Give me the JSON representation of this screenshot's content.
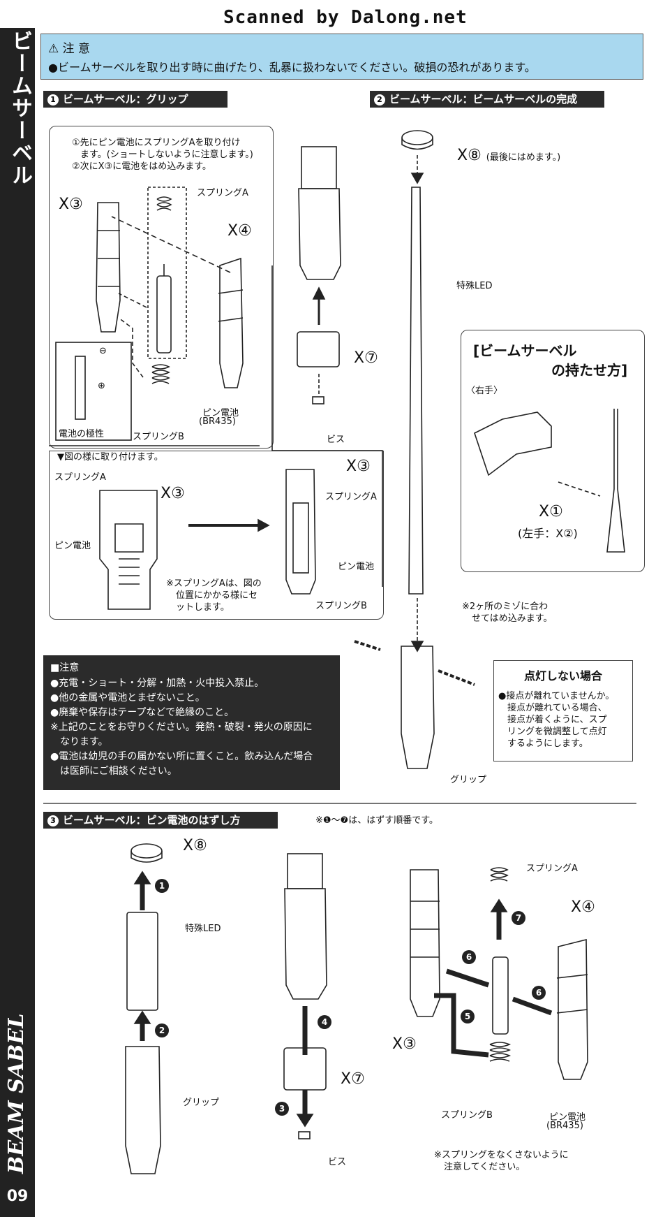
{
  "scan_credit": "Scanned by Dalong.net",
  "side": {
    "top_label": "ビームサーベル",
    "bottom_label": "BEAM SABEL",
    "page": "09"
  },
  "warning": {
    "title": "注 意",
    "body": "●ビームサーベルを取り出す時に曲げたり、乱暴に扱わないでください。破損の恐れがあります。"
  },
  "sec1": {
    "num": "1",
    "title": "ビームサーベル：グリップ",
    "inst1": "①先にピン電池にスプリングAを取り付け",
    "inst1b": "ます。(ショートしないように注意します。)",
    "inst2": "②次にX③に電池をはめ込みます。",
    "spring_a": "スプリングA",
    "spring_b": "スプリングB",
    "x3": "X③",
    "x4": "X④",
    "x7": "X⑦",
    "pin_battery": "ピン電池",
    "br435": "(BR435)",
    "polarity": "電池の極性",
    "minus": "⊖",
    "plus": "⊕",
    "screw": "ビス",
    "attach_note": "▼図の様に取り付けます。",
    "set_note1": "※スプリングAは、図の",
    "set_note2": "位置にかかる様にセ",
    "set_note3": "ットします。"
  },
  "sec2": {
    "num": "2",
    "title": "ビームサーベル：ビームサーベルの完成",
    "x8": "X⑧",
    "x8_note": "(最後にはめます。)",
    "led": "特殊LED",
    "groove_note1": "※2ヶ所のミゾに合わ",
    "groove_note2": "せてはめ込みます。",
    "grip": "グリップ",
    "hold_title1": "[ビームサーベル",
    "hold_title2": "の持たせ方]",
    "right_hand": "〈右手〉",
    "x1": "X①",
    "left_hand": "(左手：X②)"
  },
  "caution": {
    "title": "■注意",
    "lines": [
      "●充電・ショート・分解・加熱・火中投入禁止。",
      "●他の金属や電池とまぜないこと。",
      "●廃棄や保存はテープなどで絶縁のこと。",
      "※上記のことをお守りください。発熱・破裂・発火の原因に",
      "　なります。",
      "●電池は幼児の手の届かない所に置くこと。飲み込んだ場合",
      "　は医師にご相談ください。"
    ]
  },
  "no_light": {
    "title": "点灯しない場合",
    "lines": [
      "●接点が離れていませんか。",
      "　接点が離れている場合、",
      "　接点が着くように、スプ",
      "　リングを微調整して点灯",
      "　するようにします。"
    ]
  },
  "sec3": {
    "num": "3",
    "title": "ビームサーベル：ピン電池のはずし方",
    "order_note": "※❶～❼は、はずす順番です。",
    "x8": "X⑧",
    "led": "特殊LED",
    "grip": "グリップ",
    "x7": "X⑦",
    "screw": "ビス",
    "spring_a": "スプリングA",
    "spring_b": "スプリングB",
    "x3": "X③",
    "x4": "X④",
    "pin_battery": "ピン電池",
    "br435": "(BR435)",
    "lose_note1": "※スプリングをなくさないように",
    "lose_note2": "注意してください。",
    "steps": [
      "1",
      "2",
      "3",
      "4",
      "5",
      "6",
      "6",
      "7"
    ]
  }
}
